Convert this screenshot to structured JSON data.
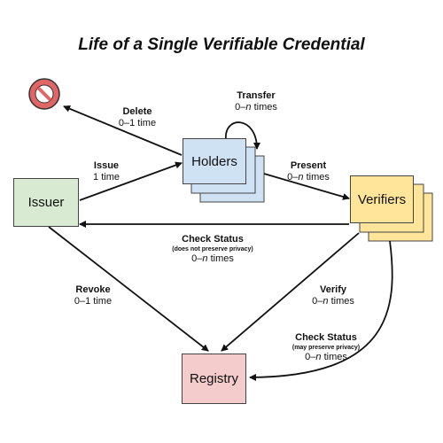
{
  "title": "Life of a Single Verifiable Credential",
  "nodes": {
    "issuer": "Issuer",
    "holders": "Holders",
    "verifiers": "Verifiers",
    "registry": "Registry"
  },
  "edges": {
    "delete": {
      "name": "Delete",
      "count": "0–1 time"
    },
    "transfer": {
      "name": "Transfer",
      "count_prefix": "0–",
      "count_n": "n",
      "count_suffix": " times"
    },
    "issue": {
      "name": "Issue",
      "count": "1 time"
    },
    "present": {
      "name": "Present",
      "count_prefix": "0–",
      "count_n": "n",
      "count_suffix": " times"
    },
    "check_status_1": {
      "name": "Check Status",
      "note": "(does not preserve privacy)",
      "count_prefix": "0–",
      "count_n": "n",
      "count_suffix": " times"
    },
    "revoke": {
      "name": "Revoke",
      "count": "0–1 time"
    },
    "verify": {
      "name": "Verify",
      "count_prefix": "0–",
      "count_n": "n",
      "count_suffix": " times"
    },
    "check_status_2": {
      "name": "Check Status",
      "note": "(may preserve privacy)",
      "count_prefix": "0–",
      "count_n": "n",
      "count_suffix": " times"
    }
  },
  "colors": {
    "issuer_fill": "#d9ead3",
    "holders_fill": "#cfe2f3",
    "verifiers_fill": "#ffe599",
    "registry_fill": "#f4cccc",
    "forbidden_red": "#e06666"
  },
  "icons": {
    "deleted": "no-entry-icon"
  }
}
